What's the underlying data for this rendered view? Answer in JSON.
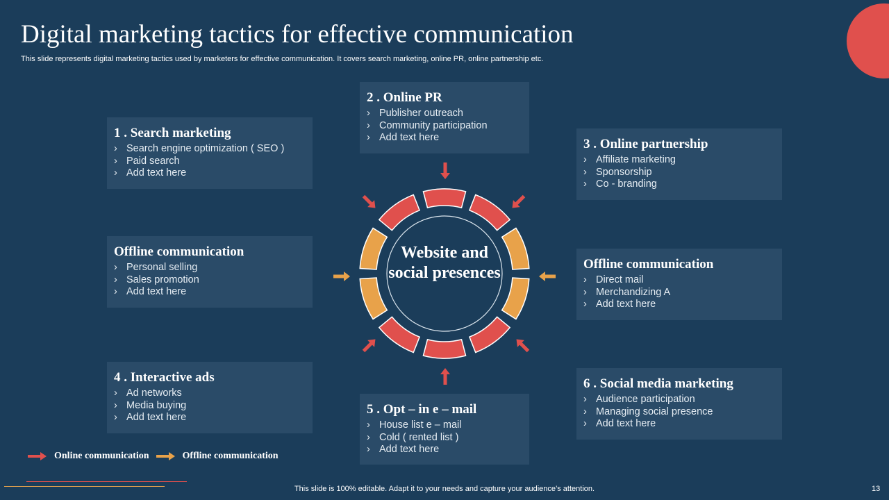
{
  "slide": {
    "title": "Digital marketing tactics for effective communication",
    "subtitle": "This slide represents digital marketing tactics used by marketers for effective communication. It covers search marketing, online PR, online partnership etc.",
    "center_text": "Website and social presences",
    "footer": "This slide is 100% editable. Adapt it to your needs and capture your audience’s attention.",
    "page_number": "13"
  },
  "boxes": {
    "search": {
      "title": "1 . Search marketing",
      "items": [
        "Search engine optimization ( SEO )",
        "Paid search",
        "Add text here"
      ]
    },
    "online_pr": {
      "title": "2 . Online PR",
      "items": [
        "Publisher outreach",
        "Community participation",
        "Add text here"
      ]
    },
    "partnership": {
      "title": "3 . Online partnership",
      "items": [
        "Affiliate marketing",
        "Sponsorship",
        "Co - branding"
      ]
    },
    "offline_left": {
      "title": "Offline communication",
      "items": [
        "Personal selling",
        "Sales promotion",
        "Add text here"
      ]
    },
    "offline_right": {
      "title": "Offline communication",
      "items": [
        "Direct mail",
        "Merchandizing A",
        "Add text here"
      ]
    },
    "interactive": {
      "title": "4 . Interactive  ads",
      "items": [
        "Ad networks",
        "Media buying",
        "Add text here"
      ]
    },
    "optin": {
      "title": "5 . Opt – in  e – mail",
      "items": [
        "House list e – mail",
        "Cold ( rented list )",
        "Add text here"
      ]
    },
    "social": {
      "title": "6 . Social media marketing",
      "items": [
        "Audience participation",
        "Managing social presence",
        "Add text here"
      ]
    }
  },
  "legend": {
    "online": "Online communication",
    "offline": "Offline communication"
  },
  "colors": {
    "background": "#1b3d5a",
    "box": "#2a4b68",
    "online": "#e0504d",
    "offline": "#e8a24a"
  }
}
